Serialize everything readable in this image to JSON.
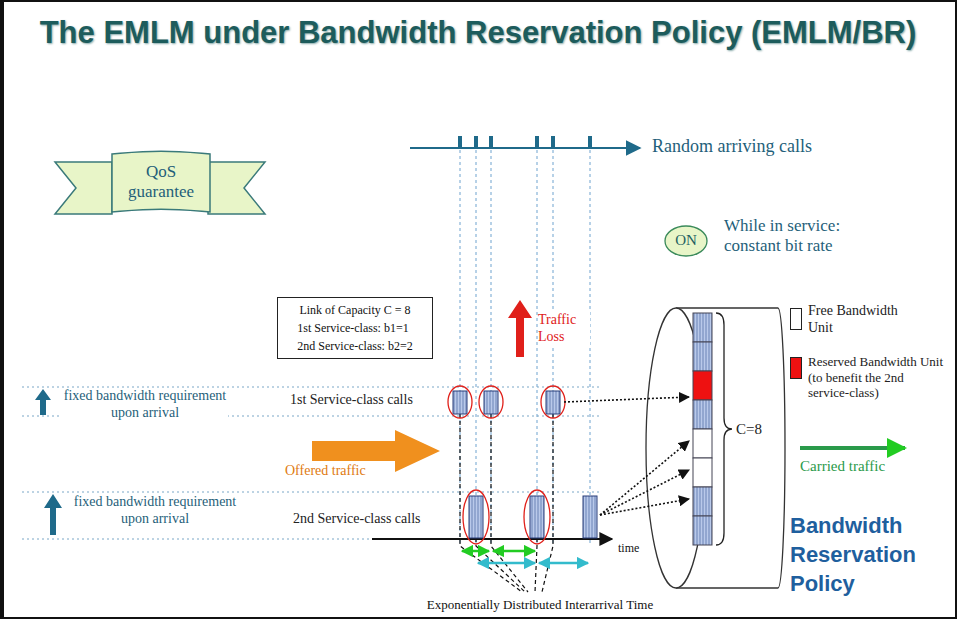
{
  "diagram": {
    "title": "The EMLM under Bandwidth Reservation Policy (EMLM/BR)",
    "nodes": [
      {
        "text": [
          "QoS guarantee"
        ]
      },
      {
        "text": [
          "Link of Capacity C = 8",
          "1st Service-class: b1=1",
          "2nd Service-class: b2=2"
        ]
      },
      {
        "text": [
          "ON"
        ]
      }
    ],
    "labels": [
      "Random arriving calls",
      "While in service: constant bit rate",
      "Traffic Loss",
      "fixed bandwidth requirement upon arrival",
      "1st Service-class calls",
      "Offered traffic",
      "fixed bandwidth requirement upon arrival",
      "2nd Service-class calls",
      "C=8",
      "Carried traffic",
      "Bandwidth Reservation Policy",
      "time",
      "Exponentially Distributed Interarrival Time"
    ],
    "legend": [
      {
        "text": "Free Bandwidth Unit",
        "color": "#ffffff"
      },
      {
        "text": "Reserved Bandwidth Unit (to benefit the 2nd service-class)",
        "color": "#ee1111"
      }
    ]
  }
}
